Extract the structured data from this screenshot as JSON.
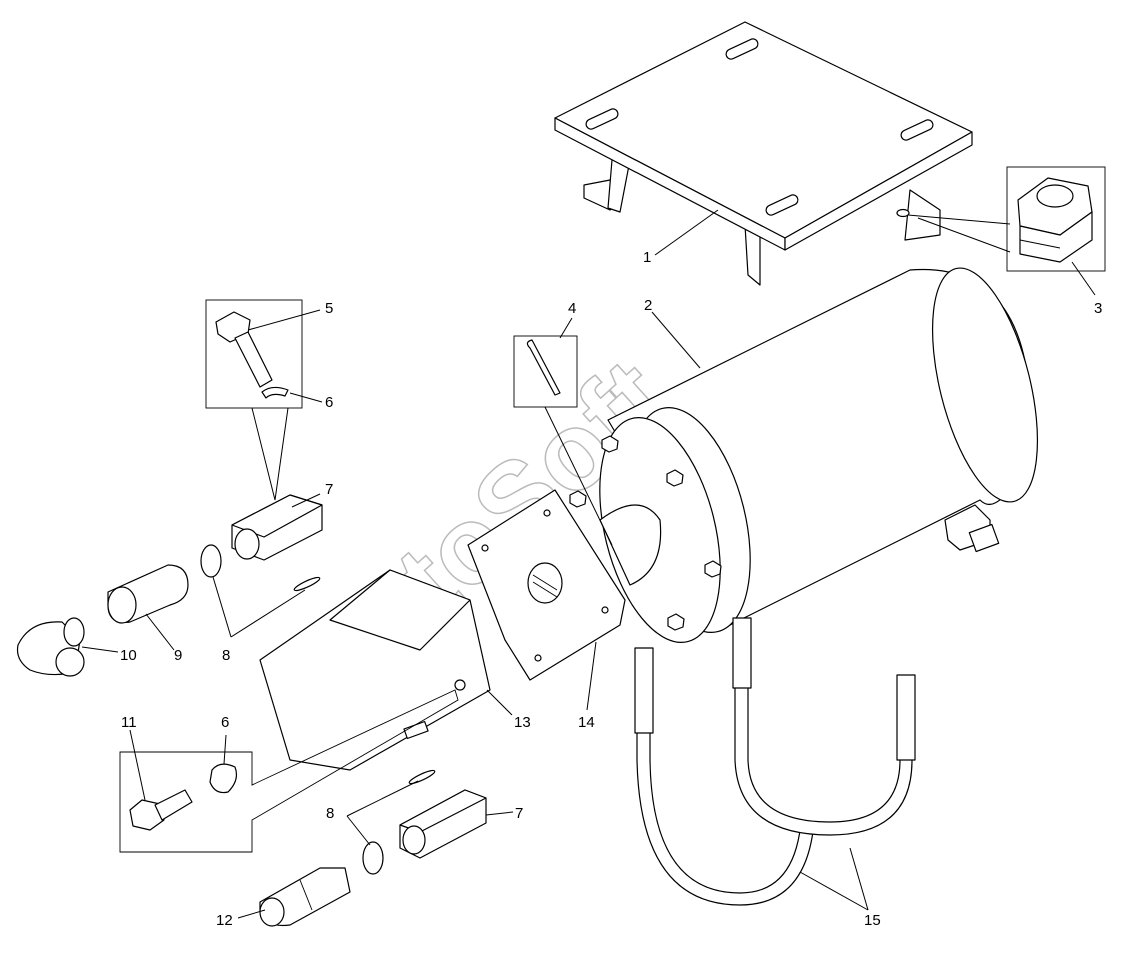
{
  "watermark": "AutoSoft",
  "callouts": {
    "c1": "1",
    "c2": "2",
    "c3": "3",
    "c4": "4",
    "c5": "5",
    "c6a": "6",
    "c6b": "6",
    "c7a": "7",
    "c7b": "7",
    "c8a": "8",
    "c8b": "8",
    "c9": "9",
    "c10": "10",
    "c11": "11",
    "c12": "12",
    "c13": "13",
    "c14": "14",
    "c15": "15"
  }
}
